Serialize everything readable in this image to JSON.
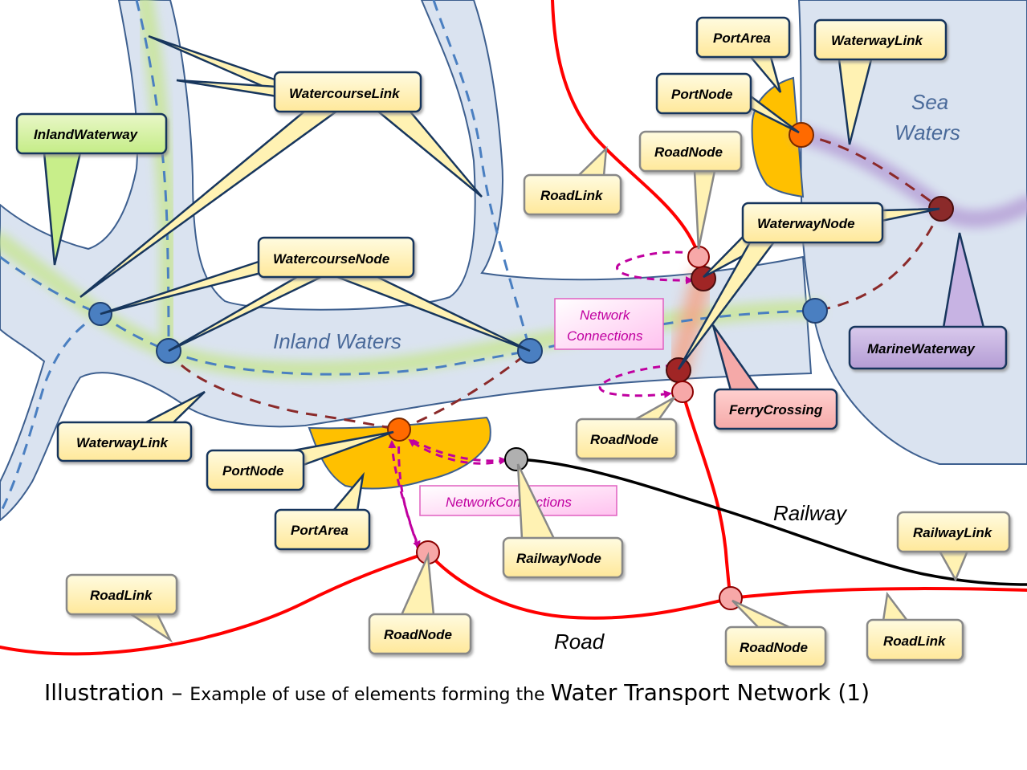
{
  "caption": {
    "prefix": "Illustration – ",
    "suffix_small": "Example of use of elements forming the ",
    "suffix_large": "Water Transport Network (1)"
  },
  "areas": {
    "inland_waters": "Inland Waters",
    "sea_waters_line1": "Sea",
    "sea_waters_line2": "Waters"
  },
  "network_labels": {
    "railway": "Railway",
    "road": "Road"
  },
  "network_connection_boxes": {
    "upper_line1": "Network",
    "upper_line2": "Connections",
    "lower": "NetworkConnections"
  },
  "callouts": {
    "inland_waterway": "InlandWaterway",
    "watercourse_link": "WatercourseLink",
    "watercourse_node": "WatercourseNode",
    "waterway_link_left": "WaterwayLink",
    "port_node_left": "PortNode",
    "port_area_left": "PortArea",
    "road_link_left": "RoadLink",
    "road_node_bottom": "RoadNode",
    "railway_node": "RailwayNode",
    "road_link_top": "RoadLink",
    "port_area_top": "PortArea",
    "port_node_top": "PortNode",
    "waterway_link_top": "WaterwayLink",
    "road_node_top": "RoadNode",
    "waterway_node": "WaterwayNode",
    "marine_waterway": "MarineWaterway",
    "ferry_crossing": "FerryCrossing",
    "road_node_mid": "RoadNode",
    "railway_link": "RailwayLink",
    "road_node_bottom_right": "RoadNode",
    "road_link_right": "RoadLink"
  },
  "colors": {
    "water_fill": "#dae3f0",
    "water_edge": "#3d5f8f",
    "waterway_glow": "#c9e59a",
    "marine_glow": "#b9a6d9",
    "port_area": "#ffc000",
    "road": "#ff0000",
    "railway": "#000000",
    "waterway_link": "#8b2a2a",
    "watercourse_link": "#4a7fc1",
    "network_connection": "#c000a0",
    "callout_fill": "#fff2b3",
    "callout_edge": "#17365d"
  }
}
